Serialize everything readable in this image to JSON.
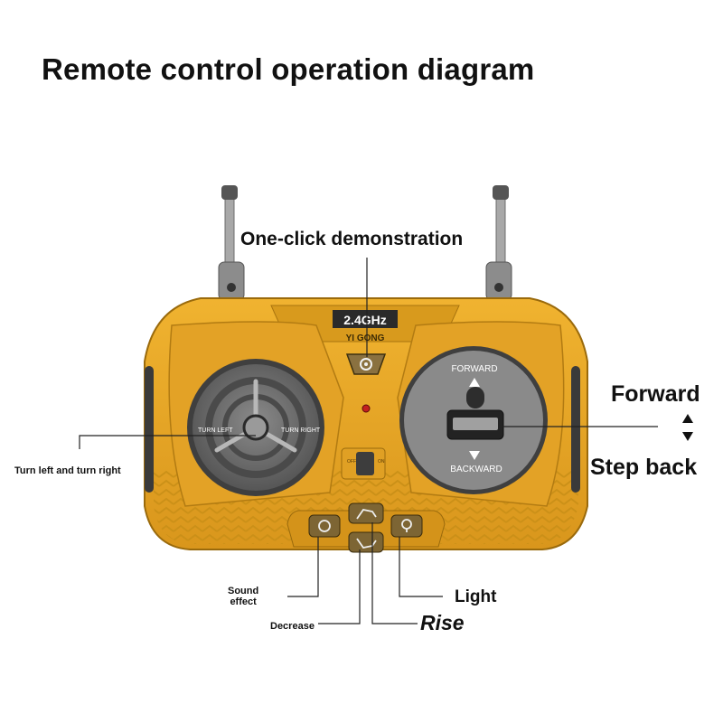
{
  "title": "Remote control operation diagram",
  "device": {
    "frequency": "2.4GHz",
    "brand": "YI GONG",
    "left_stick_left": "TURN LEFT",
    "left_stick_right": "TURN RIGHT",
    "right_stick_top": "FORWARD",
    "right_stick_bottom": "BACKWARD",
    "switch_off": "OFF",
    "switch_on": "ON"
  },
  "callouts": {
    "demonstration": "One-click demonstration",
    "forward": "Forward",
    "step_back": "Step back",
    "turn": "Turn left and turn right",
    "sound_line1": "Sound",
    "sound_line2": "effect",
    "decrease": "Decrease",
    "light": "Light",
    "rise": "Rise"
  },
  "colors": {
    "body_yellow": "#e9a825",
    "body_dark": "#b87d10",
    "stick_well": "#6e6e6e",
    "antenna": "#9a9a9a",
    "leader_line": "#222222"
  }
}
